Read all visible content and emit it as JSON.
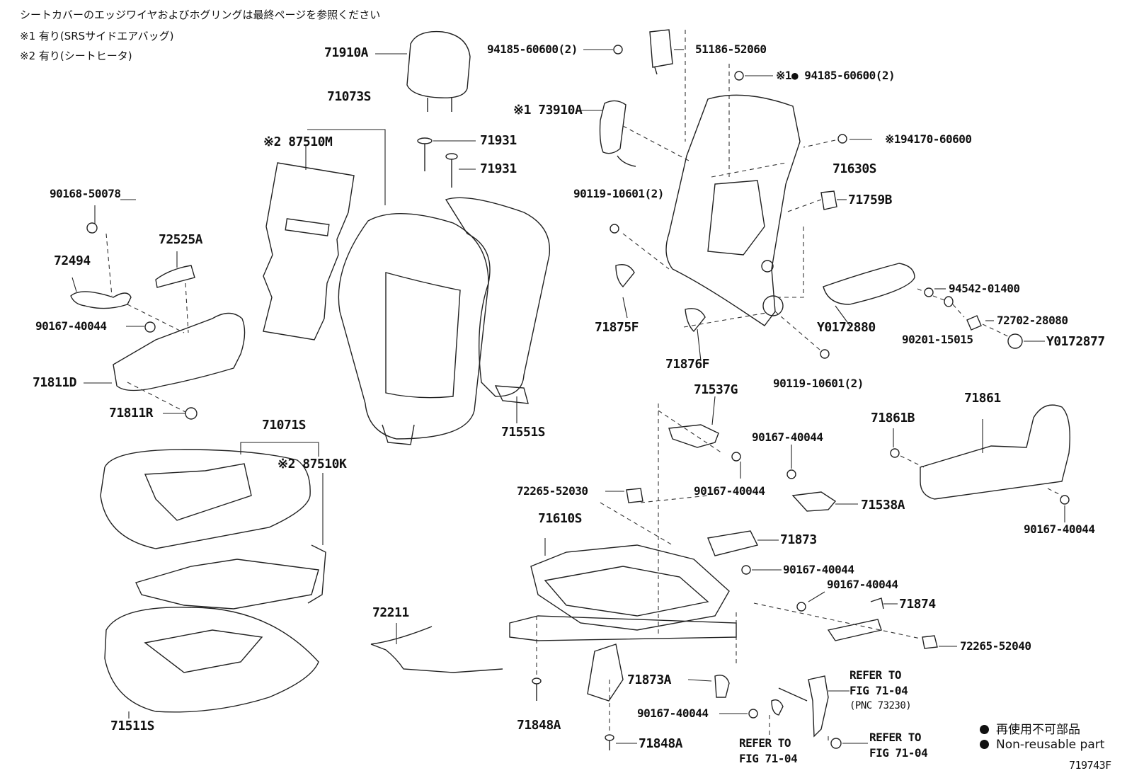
{
  "notes": {
    "line1": "シートカバーのエッジワイヤおよびホグリングは最終ページを参照ください",
    "line2": "※1 有り(SRSサイドエアバッグ)",
    "line3": "※2 有り(シートヒータ)"
  },
  "labels": {
    "l71910A": "71910A",
    "l71073S": "71073S",
    "l87510M": "※2 87510M",
    "l71931a": "71931",
    "l71931b": "71931",
    "l90168": "90168-50078",
    "l72525A": "72525A",
    "l72494": "72494",
    "l90167_left": "90167-40044",
    "l71811D": "71811D",
    "l71811R": "71811R",
    "l71071S": "71071S",
    "l87510K": "※2 87510K",
    "l71551S": "71551S",
    "l72211": "72211",
    "l71511S": "71511S",
    "l94185a": "94185-60600(2)",
    "l51186": "51186-52060",
    "l94185b": "※1● 94185-60600(2)",
    "l73910A": "※1 73910A",
    "l94170": "※194170-60600",
    "l90119a": "90119-10601(2)",
    "l71630S": "71630S",
    "l71759B": "71759B",
    "l94542": "94542-01400",
    "l71875F": "71875F",
    "l71876F": "71876F",
    "lY0172880": "Y0172880",
    "l72702": "72702-28080",
    "l90201": "90201-15015",
    "lY0172877": "Y0172877",
    "l90119b": "90119-10601(2)",
    "l71537G": "71537G",
    "l90167_a": "90167-40044",
    "l90167_b": "90167-40044",
    "l71861B": "71861B",
    "l71861": "71861",
    "l72265a": "72265-52030",
    "l71538A": "71538A",
    "l90167_c": "90167-40044",
    "l71610S": "71610S",
    "l71873": "71873",
    "l90167_d": "90167-40044",
    "l90167_e": "90167-40044",
    "l71874": "71874",
    "l72265b": "72265-52040",
    "l71873A": "71873A",
    "l90167_f": "90167-40044",
    "l71848A_a": "71848A",
    "l71848A_b": "71848A",
    "refer1_a": "REFER TO",
    "refer1_b": "FIG 71-04",
    "refer1_c": "(PNC 73230)",
    "refer2_a": "REFER TO",
    "refer2_b": "FIG 71-04",
    "refer3_a": "REFER TO",
    "refer3_b": "FIG 71-04"
  },
  "legend": {
    "jp": "再使用不可部品",
    "en": "Non-reusable part"
  },
  "figure_id": "719743F"
}
